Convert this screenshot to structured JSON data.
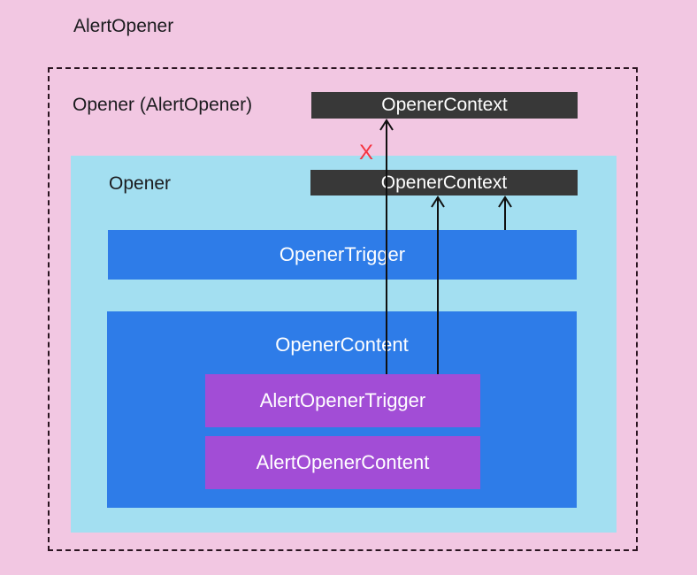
{
  "diagram": {
    "root_label": "AlertOpener",
    "outer_opener": {
      "label": "Opener (AlertOpener)",
      "context_label": "OpenerContext"
    },
    "inner_opener": {
      "label": "Opener",
      "context_label": "OpenerContext",
      "trigger_label": "OpenerTrigger",
      "content": {
        "label": "OpenerContent",
        "alert_trigger_label": "AlertOpenerTrigger",
        "alert_content_label": "AlertOpenerContent"
      }
    },
    "blocked_marker": "X"
  },
  "colors": {
    "background_pink": "#F2C7E2",
    "inner_opener_cyan": "#A3DFF1",
    "component_blue": "#2E7CE8",
    "alert_purple": "#A24DD6",
    "context_dark": "#383838",
    "arrow_black": "#101010",
    "blocked_red": "#F5333F",
    "label_dark": "#1B1B1E",
    "label_light": "#FFFFFF"
  }
}
